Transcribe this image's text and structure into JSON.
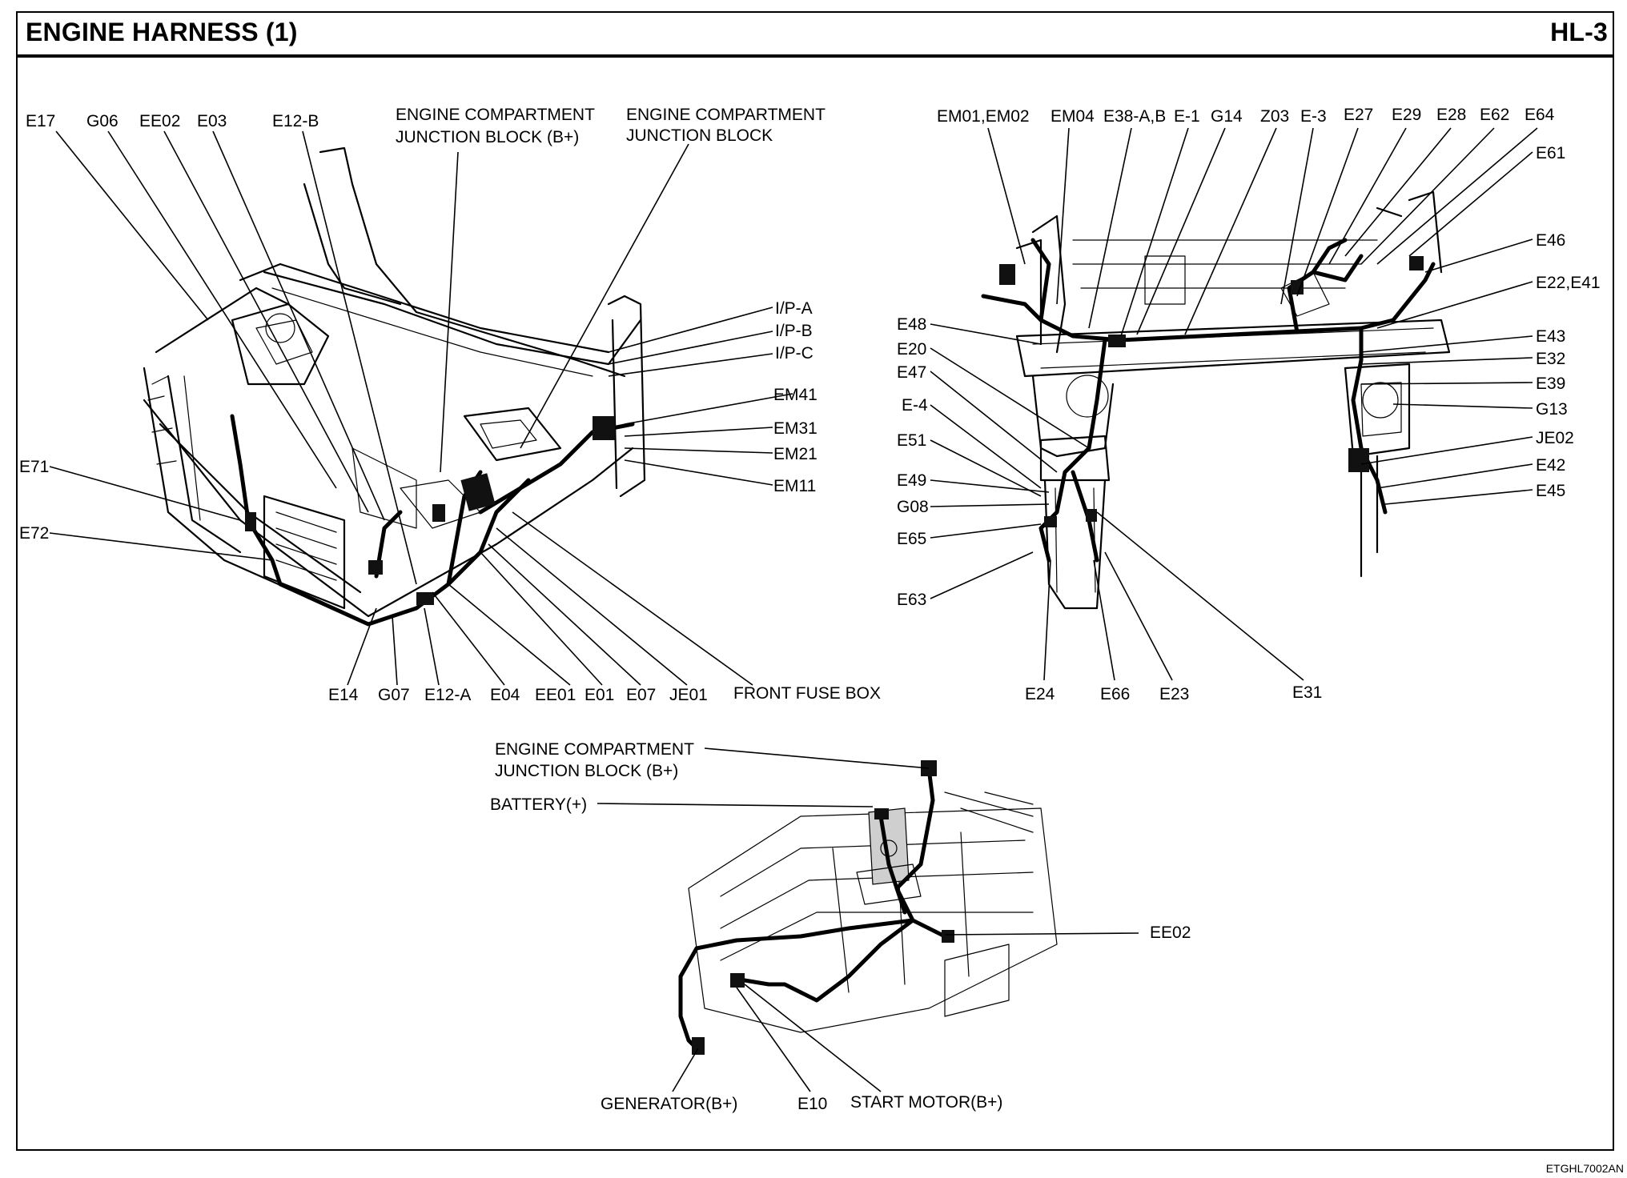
{
  "header": {
    "title": "ENGINE HARNESS (1)",
    "page": "HL-3"
  },
  "footer": {
    "code": "ETGHL7002AN"
  },
  "diagram1_labels": {
    "E17": "E17",
    "G06": "G06",
    "EE02": "EE02",
    "E03": "E03",
    "E12B": "E12-B",
    "ecjb_bplus_1": "ENGINE COMPARTMENT",
    "ecjb_bplus_2": "JUNCTION BLOCK (B+)",
    "ecjb_1": "ENGINE COMPARTMENT",
    "ecjb_2": "JUNCTION BLOCK",
    "IPA": "I/P-A",
    "IPB": "I/P-B",
    "IPC": "I/P-C",
    "EM41": "EM41",
    "EM31": "EM31",
    "EM21": "EM21",
    "EM11": "EM11",
    "E71": "E71",
    "E72": "E72",
    "E14": "E14",
    "G07": "G07",
    "E12A": "E12-A",
    "E04": "E04",
    "EE01": "EE01",
    "E01": "E01",
    "E07": "E07",
    "JE01": "JE01",
    "front_fuse_box": "FRONT FUSE BOX"
  },
  "diagram2_labels": {
    "EM01_EM02": "EM01,EM02",
    "EM04": "EM04",
    "E38AB": "E38-A,B",
    "E1": "E-1",
    "G14": "G14",
    "Z03": "Z03",
    "E3": "E-3",
    "E27": "E27",
    "E29": "E29",
    "E28": "E28",
    "E62": "E62",
    "E64": "E64",
    "E61": "E61",
    "E46": "E46",
    "E22_E41": "E22,E41",
    "E43": "E43",
    "E32": "E32",
    "E39": "E39",
    "G13": "G13",
    "JE02": "JE02",
    "E42": "E42",
    "E45": "E45",
    "E48": "E48",
    "E20": "E20",
    "E47": "E47",
    "E4": "E-4",
    "E51": "E51",
    "E49": "E49",
    "G08": "G08",
    "E65": "E65",
    "E63": "E63",
    "E24": "E24",
    "E66": "E66",
    "E23": "E23",
    "E31": "E31"
  },
  "diagram3_labels": {
    "ecjb_bplus_1": "ENGINE COMPARTMENT",
    "ecjb_bplus_2": "JUNCTION BLOCK (B+)",
    "battery": "BATTERY(+)",
    "EE02": "EE02",
    "generator": "GENERATOR(B+)",
    "E10": "E10",
    "start_motor": "START MOTOR(B+)"
  }
}
